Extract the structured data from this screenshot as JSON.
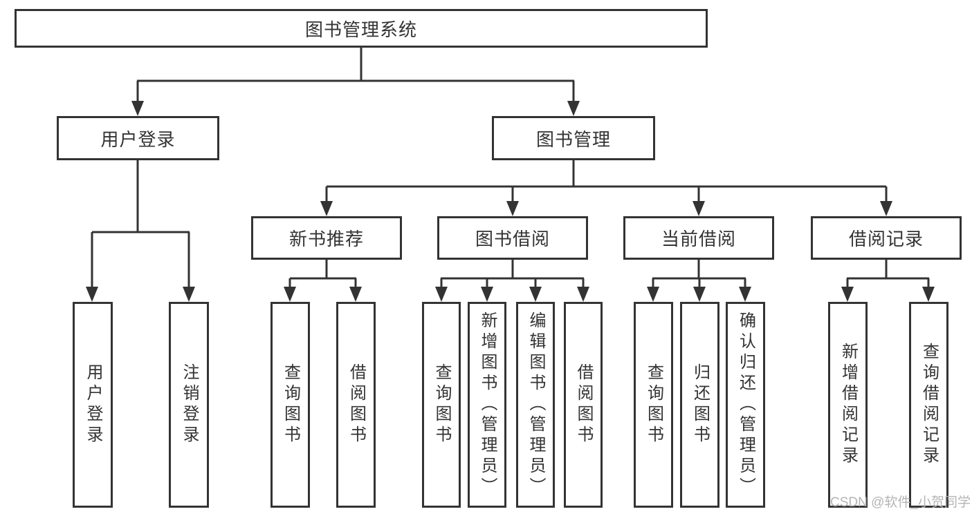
{
  "diagram": {
    "root": {
      "label": "图书管理系统"
    },
    "branches": [
      {
        "label": "用户登录",
        "children": [
          {
            "label": "用户登录"
          },
          {
            "label": "注销登录"
          }
        ]
      },
      {
        "label": "图书管理",
        "sections": [
          {
            "label": "新书推荐",
            "children": [
              {
                "label": "查询图书"
              },
              {
                "label": "借阅图书"
              }
            ]
          },
          {
            "label": "图书借阅",
            "children": [
              {
                "label": "查询图书"
              },
              {
                "label": "新增图书（管理员）"
              },
              {
                "label": "编辑图书（管理员）"
              },
              {
                "label": "借阅图书"
              }
            ]
          },
          {
            "label": "当前借阅",
            "children": [
              {
                "label": "查询图书"
              },
              {
                "label": "归还图书"
              },
              {
                "label": "确认归还（管理员）"
              }
            ]
          },
          {
            "label": "借阅记录",
            "children": [
              {
                "label": "新增借阅记录"
              },
              {
                "label": "查询借阅记录"
              }
            ]
          }
        ]
      }
    ],
    "watermark": {
      "text": "CSDN @软件_小贺同学",
      "color": "#b4b4b4"
    },
    "colors": {
      "line": "#333333",
      "text": "#333333",
      "background": "#ffffff"
    }
  }
}
